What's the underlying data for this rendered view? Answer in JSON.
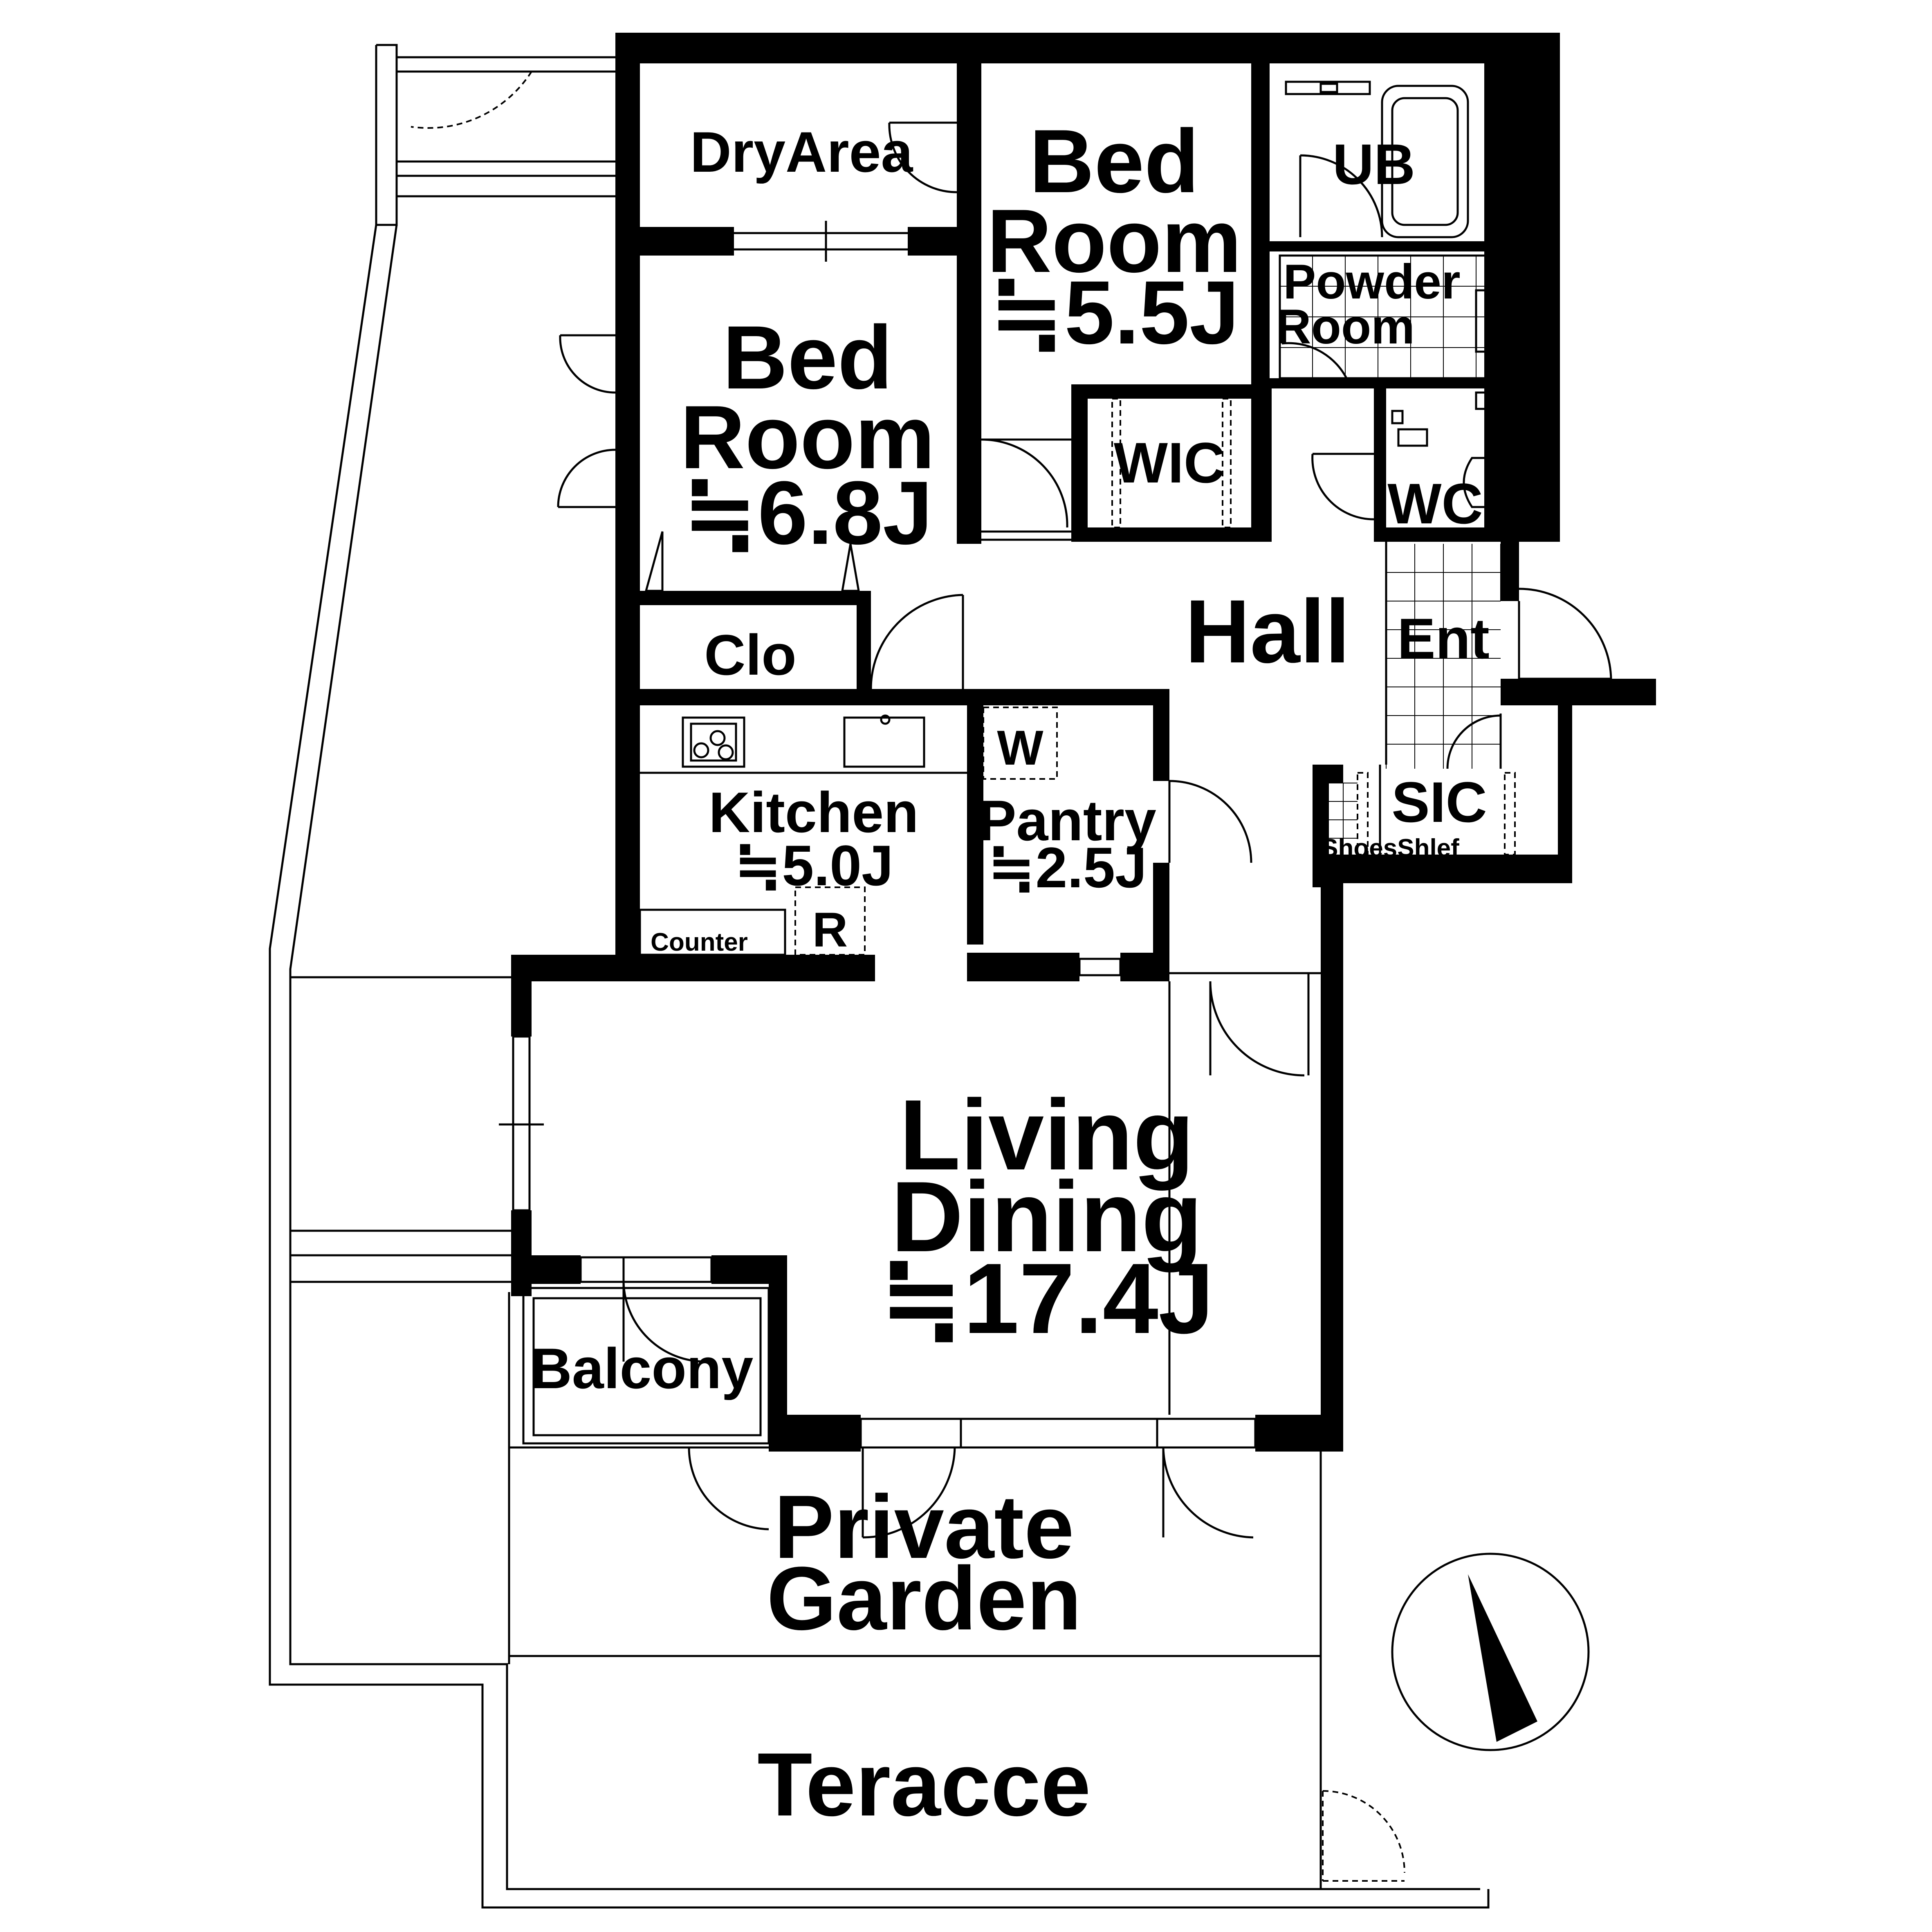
{
  "rooms": {
    "dry_area": "DryArea",
    "bed_room_2": {
      "line1": "Bed",
      "line2": "Room",
      "size": "≒6.8J"
    },
    "bed_room_1": {
      "line1": "Bed",
      "line2": "Room",
      "size": "≒5.5J"
    },
    "ub": "UB",
    "powder_room": {
      "line1": "Powder",
      "line2": "Room"
    },
    "wic": "WIC",
    "wc": "WC",
    "hall": "Hall",
    "ent": "Ent",
    "clo": "Clo",
    "w": "W",
    "kitchen": {
      "name": "Kitchen",
      "size": "≒5.0J"
    },
    "pantry": {
      "name": "Pantry",
      "size": "≒2.5J"
    },
    "sic": "SIC",
    "shoes_shelf": "ShoesShlef",
    "counter": "Counter",
    "r": "R",
    "living_dining": {
      "line1": "Living",
      "line2": "Dining",
      "size": "≒17.4J"
    },
    "balcony": "Balcony",
    "private_garden": {
      "line1": "Private",
      "line2": "Garden"
    },
    "terrace": "Teracce"
  },
  "compass": {
    "icon": "north-arrow-icon"
  },
  "colors": {
    "wall": "#000000",
    "background": "#ffffff"
  }
}
